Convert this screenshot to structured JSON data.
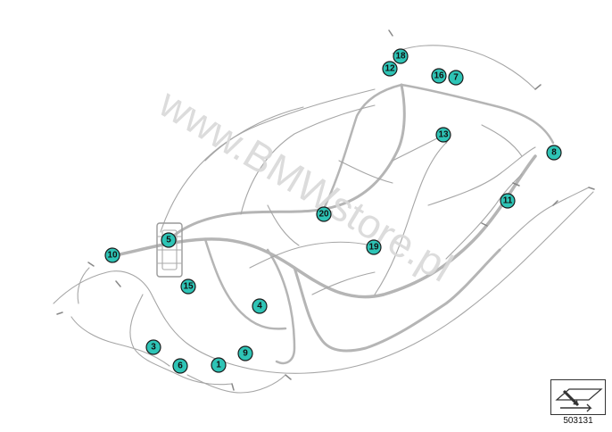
{
  "watermark": "www.BMWstore.pl",
  "reference_number": "503131",
  "callouts": [
    {
      "label": "1"
    },
    {
      "label": "3"
    },
    {
      "label": "4"
    },
    {
      "label": "5"
    },
    {
      "label": "6"
    },
    {
      "label": "7"
    },
    {
      "label": "8"
    },
    {
      "label": "9"
    },
    {
      "label": "10"
    },
    {
      "label": "11"
    },
    {
      "label": "12"
    },
    {
      "label": "13"
    },
    {
      "label": "15"
    },
    {
      "label": "16"
    },
    {
      "label": "18"
    },
    {
      "label": "19"
    },
    {
      "label": "20"
    }
  ],
  "colors": {
    "callout_fill": "#2ec4b6",
    "wire": "#9a9a9a",
    "watermark": "#d9d9d9"
  },
  "icons": {
    "reference_box": "arrow-icon"
  }
}
